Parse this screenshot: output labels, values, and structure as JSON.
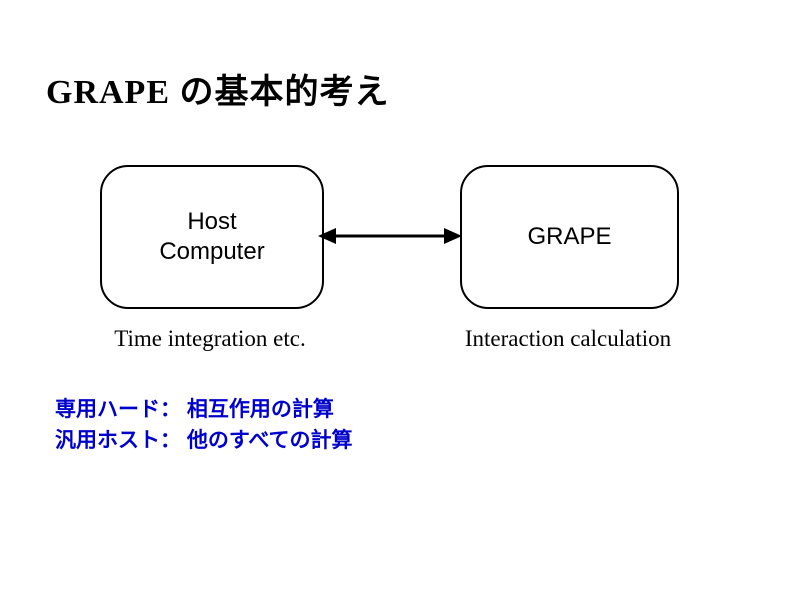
{
  "slide": {
    "title": "GRAPE の基本的考え",
    "diagram": {
      "left_box": {
        "label": "Host\nComputer",
        "caption": "Time integration etc."
      },
      "right_box": {
        "label": "GRAPE",
        "caption": "Interaction calculation"
      },
      "connector": "double-headed-arrow"
    },
    "notes": {
      "line1": "専用ハード： 相互作用の計算",
      "line2": "汎用ホスト： 他のすべての計算",
      "text_color": "#0000cc"
    }
  }
}
